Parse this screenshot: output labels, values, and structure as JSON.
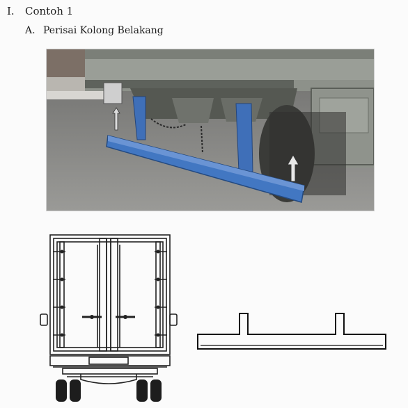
{
  "heading": {
    "number": "I.",
    "text": "Contoh 1"
  },
  "subheading": {
    "letter": "A.",
    "text": "Perisai Kolong Belakang"
  },
  "figures": {
    "photo": {
      "icon": "underrun-guard-photo",
      "bar_color": "#3f6fb8",
      "body_color": "#8d918a"
    },
    "rear_view": {
      "icon": "truck-rear-view-drawing"
    },
    "profile": {
      "icon": "guard-profile-drawing"
    }
  }
}
